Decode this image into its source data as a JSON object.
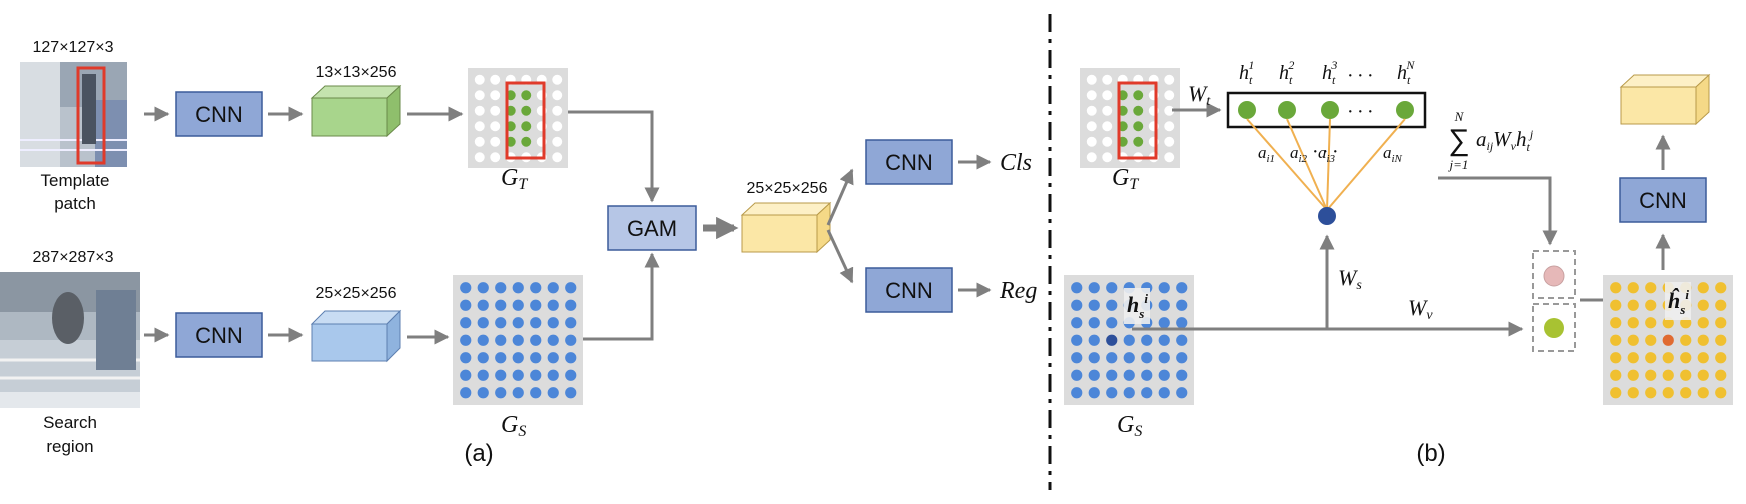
{
  "panel_a": {
    "template_dims": "127×127×3",
    "template_caption_line1": "Template",
    "template_caption_line2": "patch",
    "search_dims": "287×287×3",
    "search_caption_line1": "Search",
    "search_caption_line2": "region",
    "cnn_label": "CNN",
    "template_feature_dims": "13×13×256",
    "search_feature_dims": "25×25×256",
    "gt_label_main": "G",
    "gt_label_sub": "T",
    "gs_label_main": "G",
    "gs_label_sub": "S",
    "gam_label": "GAM",
    "fused_dims": "25×25×256",
    "cls_label": "Cls",
    "reg_label": "Reg",
    "caption": "(a)"
  },
  "panel_b": {
    "wt_label_main": "W",
    "wt_label_sub": "t",
    "ws_label_main": "W",
    "ws_label_sub": "s",
    "wv_label_main": "W",
    "wv_label_sub": "v",
    "node_labels": [
      "h",
      "h",
      "h",
      "h"
    ],
    "node_sups": [
      "1",
      "2",
      "3",
      "N"
    ],
    "node_sub": "t",
    "ellipsis": "· · ·",
    "attn_labels": [
      "a",
      "a",
      "a",
      "a"
    ],
    "attn_subs": [
      "i1",
      "i2",
      "i3",
      "iN"
    ],
    "sum_top": "N",
    "sum_symbol": "∑",
    "sum_bottom": "j=1",
    "sum_expr": "a",
    "sum_expr_sub": "ij",
    "sum_expr_rest_W": "W",
    "sum_expr_rest_v": "v",
    "sum_expr_h": "h",
    "sum_expr_h_sub": "t",
    "sum_expr_h_sup": "j",
    "hs_main": "h",
    "hs_sub": "s",
    "hs_sup": "i",
    "hhat_main": "ĥ",
    "cnn_label": "CNN",
    "gt_label_main": "G",
    "gt_label_sub": "T",
    "gs_label_main": "G",
    "gs_label_sub": "S",
    "caption": "(b)"
  },
  "colors": {
    "cnn_fill": "#8fa7d6",
    "cnn_stroke": "#3b5b9a",
    "gam_fill": "#b6c6e6",
    "arrow": "#7f7f7f",
    "green_cube": "#a8d58c",
    "blue_cube": "#a9c8ec",
    "yellow_cube": "#fbe7a6",
    "green_dot": "#6aa83a",
    "blue_dot": "#4c86d8",
    "yellow_dot": "#f0c030",
    "red_box": "#e03a2a",
    "orange_line": "#f0b050",
    "navy_dot": "#2d4f9a",
    "pink_dot": "#e6b8b8"
  },
  "icons": [
    "diving-template-photo",
    "diving-search-photo"
  ]
}
